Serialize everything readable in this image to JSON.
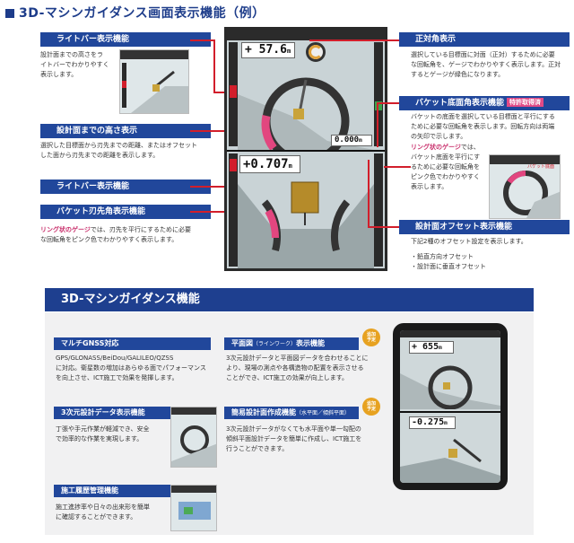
{
  "title": "3D-マシンガイダンス画面表示機能（例）",
  "monitor": {
    "height_value": "+ 57.6",
    "height_unit": "m",
    "offset_value": "0.000",
    "offset_unit": "m",
    "blade_value": "+0.707",
    "blade_unit": "m"
  },
  "callouts": {
    "lightbar1": {
      "label": "ライトバー表示機能",
      "desc": "設計面までの高さをラ\nイトバーでわかりやすく\n表示します。"
    },
    "design_height": {
      "label": "設計面までの高さ表示",
      "desc": "選択した目標面から刃先までの距離、またはオフセット\nした面から刃先までの距離を表示します。"
    },
    "lightbar2": {
      "label": "ライトバー表示機能"
    },
    "blade_angle": {
      "label": "バケット刃先角表示機能",
      "desc_pink": "リング状のゲージ",
      "desc": "では、刃先を平行にするために必要\nな回転角をピンク色でわかりやすく表示します。"
    },
    "facing": {
      "label": "正対角表示",
      "desc": "選択している目標面に対面（正対）するために必要\nな回転角を、ゲージでわかりやすく表示します。正対\nするとゲージが緑色になります。"
    },
    "bucket_bottom": {
      "label": "バケット底面角表示機能",
      "tag": "特許取得済",
      "desc": "バケットの底面を選択している目標面と平行にする\nために必要な回転角を表示します。回転方向は両端\nの矢印で示します。",
      "desc_pink": "リング状のゲージ",
      "desc2": "では、\nバケット底面を平行にす\nるために必要な回転角を\nピンク色でわかりやすく\n表示します。",
      "thumb_note": "バケット底面"
    },
    "offset": {
      "label": "設計面オフセット表示機能",
      "desc": "下記2種のオフセット設定を表示します。",
      "items": [
        "鉛直方向オフセット",
        "設計面に垂直オフセット"
      ]
    }
  },
  "section2": {
    "title": "3D-マシンガイダンス機能",
    "features": [
      {
        "label": "マルチGNSS対応",
        "desc": "GPS/GLONASS/BeiDou/GALILEO/QZSS\nに対応。衛星数の増加はあらゆる面でパフォーマンス\nを向上させ、ICT施工で効果を発揮します。"
      },
      {
        "label": "3次元設計データ表示機能",
        "desc": "丁張や手元作業が軽減でき、安全\nで効率的な作業を実現します。"
      },
      {
        "label": "施工履歴管理機能",
        "desc": "施工進捗率や日々の出来形を簡単\nに確認することができます。"
      },
      {
        "label": "平面図",
        "label_small": "（ラインワーク）",
        "label_tail": "表示機能",
        "badge": "追加\n予定",
        "desc": "3次元設計データと平面図データを合わせることに\nより、現場の測点や各構造物の配置を表示させる\nことができ、ICT施工の効果が向上します。"
      },
      {
        "label": "簡易設計面作成機能",
        "label_small": "（水平面／傾斜平面）",
        "badge": "追加\n予定",
        "desc": "3次元設計データがなくても水平面や単一勾配の\n傾斜平面設計データを簡単に作成し、ICT施工を\n行うことができます。"
      }
    ],
    "phone": {
      "top_value": "+ 655",
      "bottom_value": "-0.275",
      "unit": "m"
    }
  }
}
